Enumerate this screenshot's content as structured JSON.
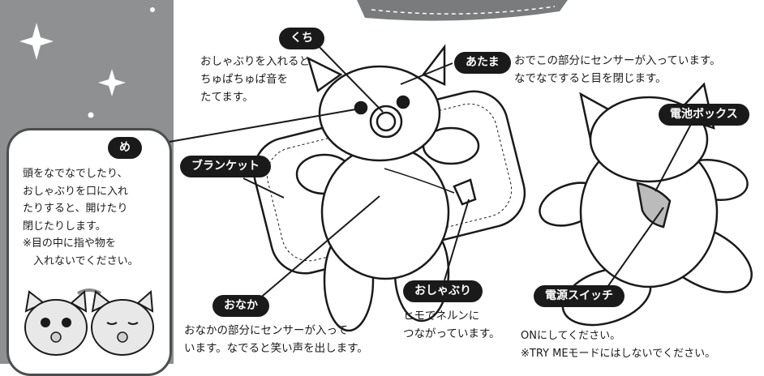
{
  "labels": {
    "me": "め",
    "kuchi": "くち",
    "atama": "あたま",
    "blanket": "ブランケット",
    "onaka": "おなか",
    "oshaburi": "おしゃぶり",
    "battery_box": "電池ボックス",
    "power_switch": "電源スイッチ"
  },
  "texts": {
    "me_desc": "頭をなでなでしたり、\nおしゃぶりを口に入れ\nたりすると、開けたり\n閉じたりします。\n※目の中に指や物を\n　入れないでください。",
    "kuchi_desc": "おしゃぶりを入れると\nちゅぱちゅぱ音を\nたてます。",
    "atama_desc": "おでこの部分にセンサーが入っています。\nなでなですると目を閉じます。",
    "onaka_desc": "おなかの部分にセンサーが入って\nいます。なでると笑い声を出します。",
    "oshaburi_desc": "ヒモでネルンに\nつながっています。",
    "switch_desc": "ONにしてください。\n※TRY MEモードにはしないでください。"
  },
  "colors": {
    "panel": "#8f9092",
    "pill": "#1a1a1a",
    "line": "#1a1a1a"
  }
}
